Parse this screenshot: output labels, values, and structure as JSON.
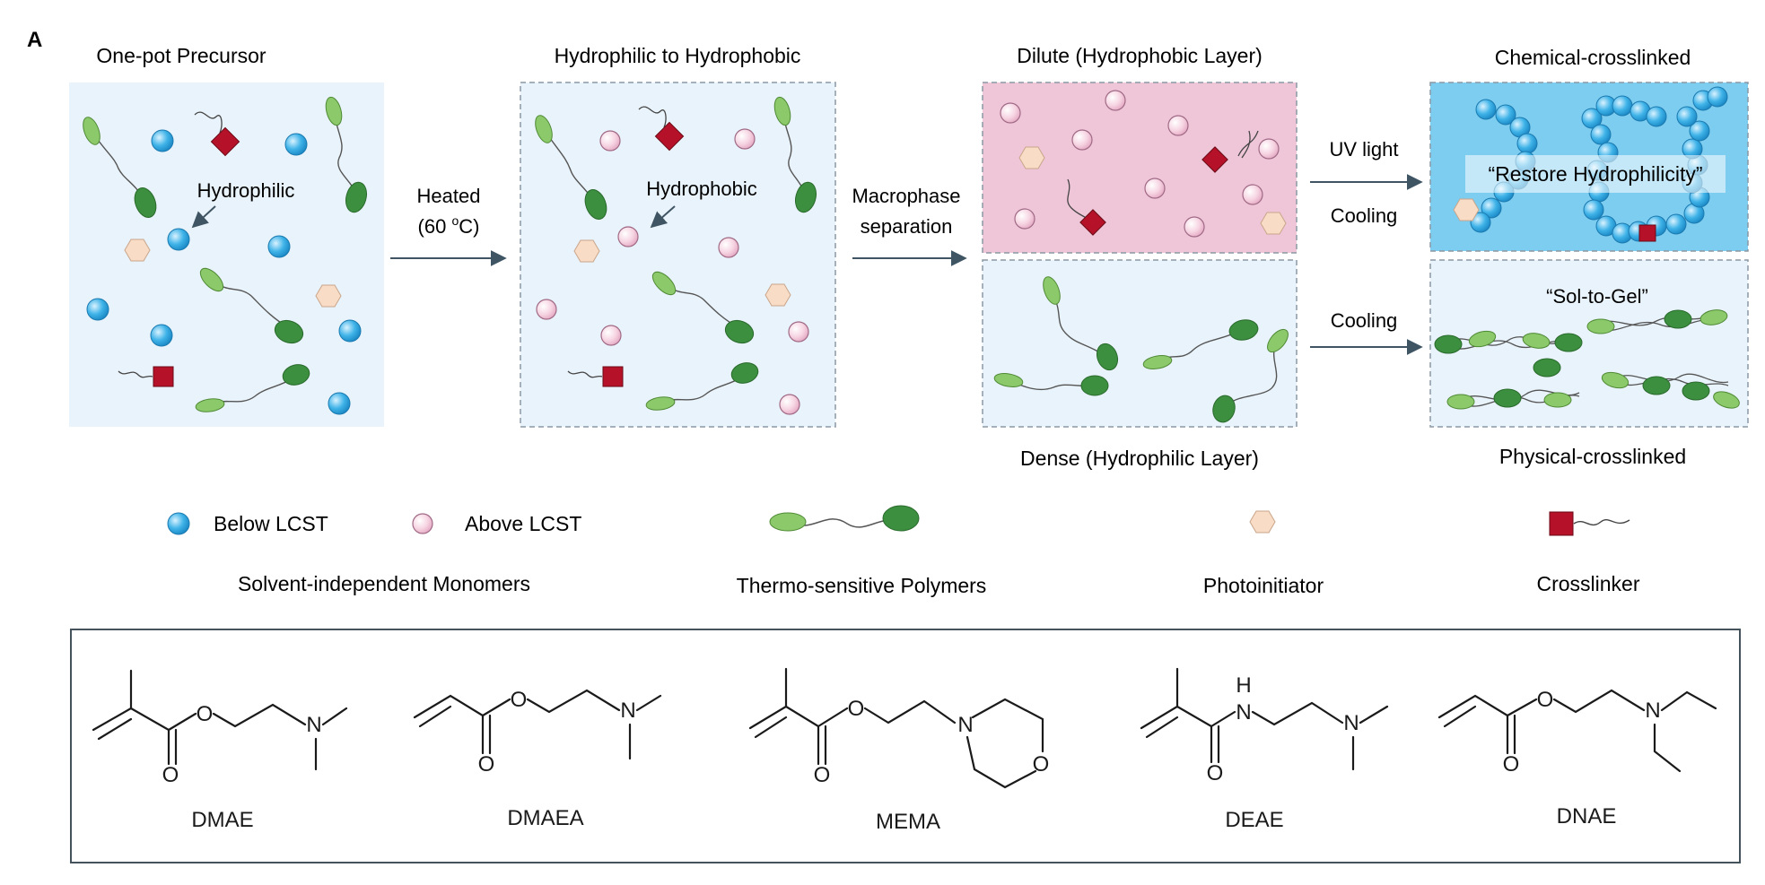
{
  "panel_label": "A",
  "stages": {
    "precursor": {
      "title": "One-pot Precursor",
      "annotation": "Hydrophilic"
    },
    "heated": {
      "title": "Hydrophilic to Hydrophobic",
      "annotation": "Hydrophobic"
    },
    "dilute": {
      "title": "Dilute (Hydrophobic Layer)"
    },
    "dense": {
      "title": "Dense (Hydrophilic Layer)"
    },
    "chemical": {
      "title": "Chemical-crosslinked",
      "annotation": "“Restore Hydrophilicity”"
    },
    "physical": {
      "title": "Physical-crosslinked",
      "annotation": "“Sol-to-Gel”"
    }
  },
  "arrows": {
    "heat_line1": "Heated",
    "heat_line2_prefix": "(60 ",
    "heat_sup": "o",
    "heat_line2_suffix": "C)",
    "separation_line1": "Macrophase",
    "separation_line2": "separation",
    "uv_light": "UV light",
    "cooling_top": "Cooling",
    "cooling_bottom": "Cooling"
  },
  "legend": {
    "below_lcst": "Below LCST",
    "above_lcst": "Above LCST",
    "monomers_caption": "Solvent-independent Monomers",
    "polymers_caption": "Thermo-sensitive Polymers",
    "photoinitiator_caption": "Photoinitiator",
    "crosslinker_caption": "Crosslinker"
  },
  "molecules": [
    {
      "name": "DMAE",
      "atoms": {
        "o_ester": "O",
        "o_carbonyl": "O",
        "n": "N"
      }
    },
    {
      "name": "DMAEA",
      "atoms": {
        "o_ester": "O",
        "o_carbonyl": "O",
        "n": "N"
      }
    },
    {
      "name": "MEMA",
      "atoms": {
        "o_ester": "O",
        "o_carbonyl": "O",
        "n": "N",
        "o_ring": "O"
      }
    },
    {
      "name": "DEAE",
      "atoms": {
        "h": "H",
        "n_amide": "N",
        "o_carbonyl": "O",
        "n": "N"
      }
    },
    {
      "name": "DNAE",
      "atoms": {
        "o_ester": "O",
        "o_carbonyl": "O",
        "n": "N"
      }
    }
  ],
  "colors": {
    "light_panel": "#e9f3fb",
    "hydrophobic_panel": "#efc6d8",
    "restored_panel": "#7dcdf0",
    "blue_sphere": "#29a4dc",
    "pink_sphere": "#f4cfdf",
    "polymer_light": "#8cc96a",
    "polymer_dark": "#3b8f3f",
    "crosslinker": "#b5122a",
    "photoinitiator": "#f7dcc4",
    "arrow": "#3f5563"
  }
}
